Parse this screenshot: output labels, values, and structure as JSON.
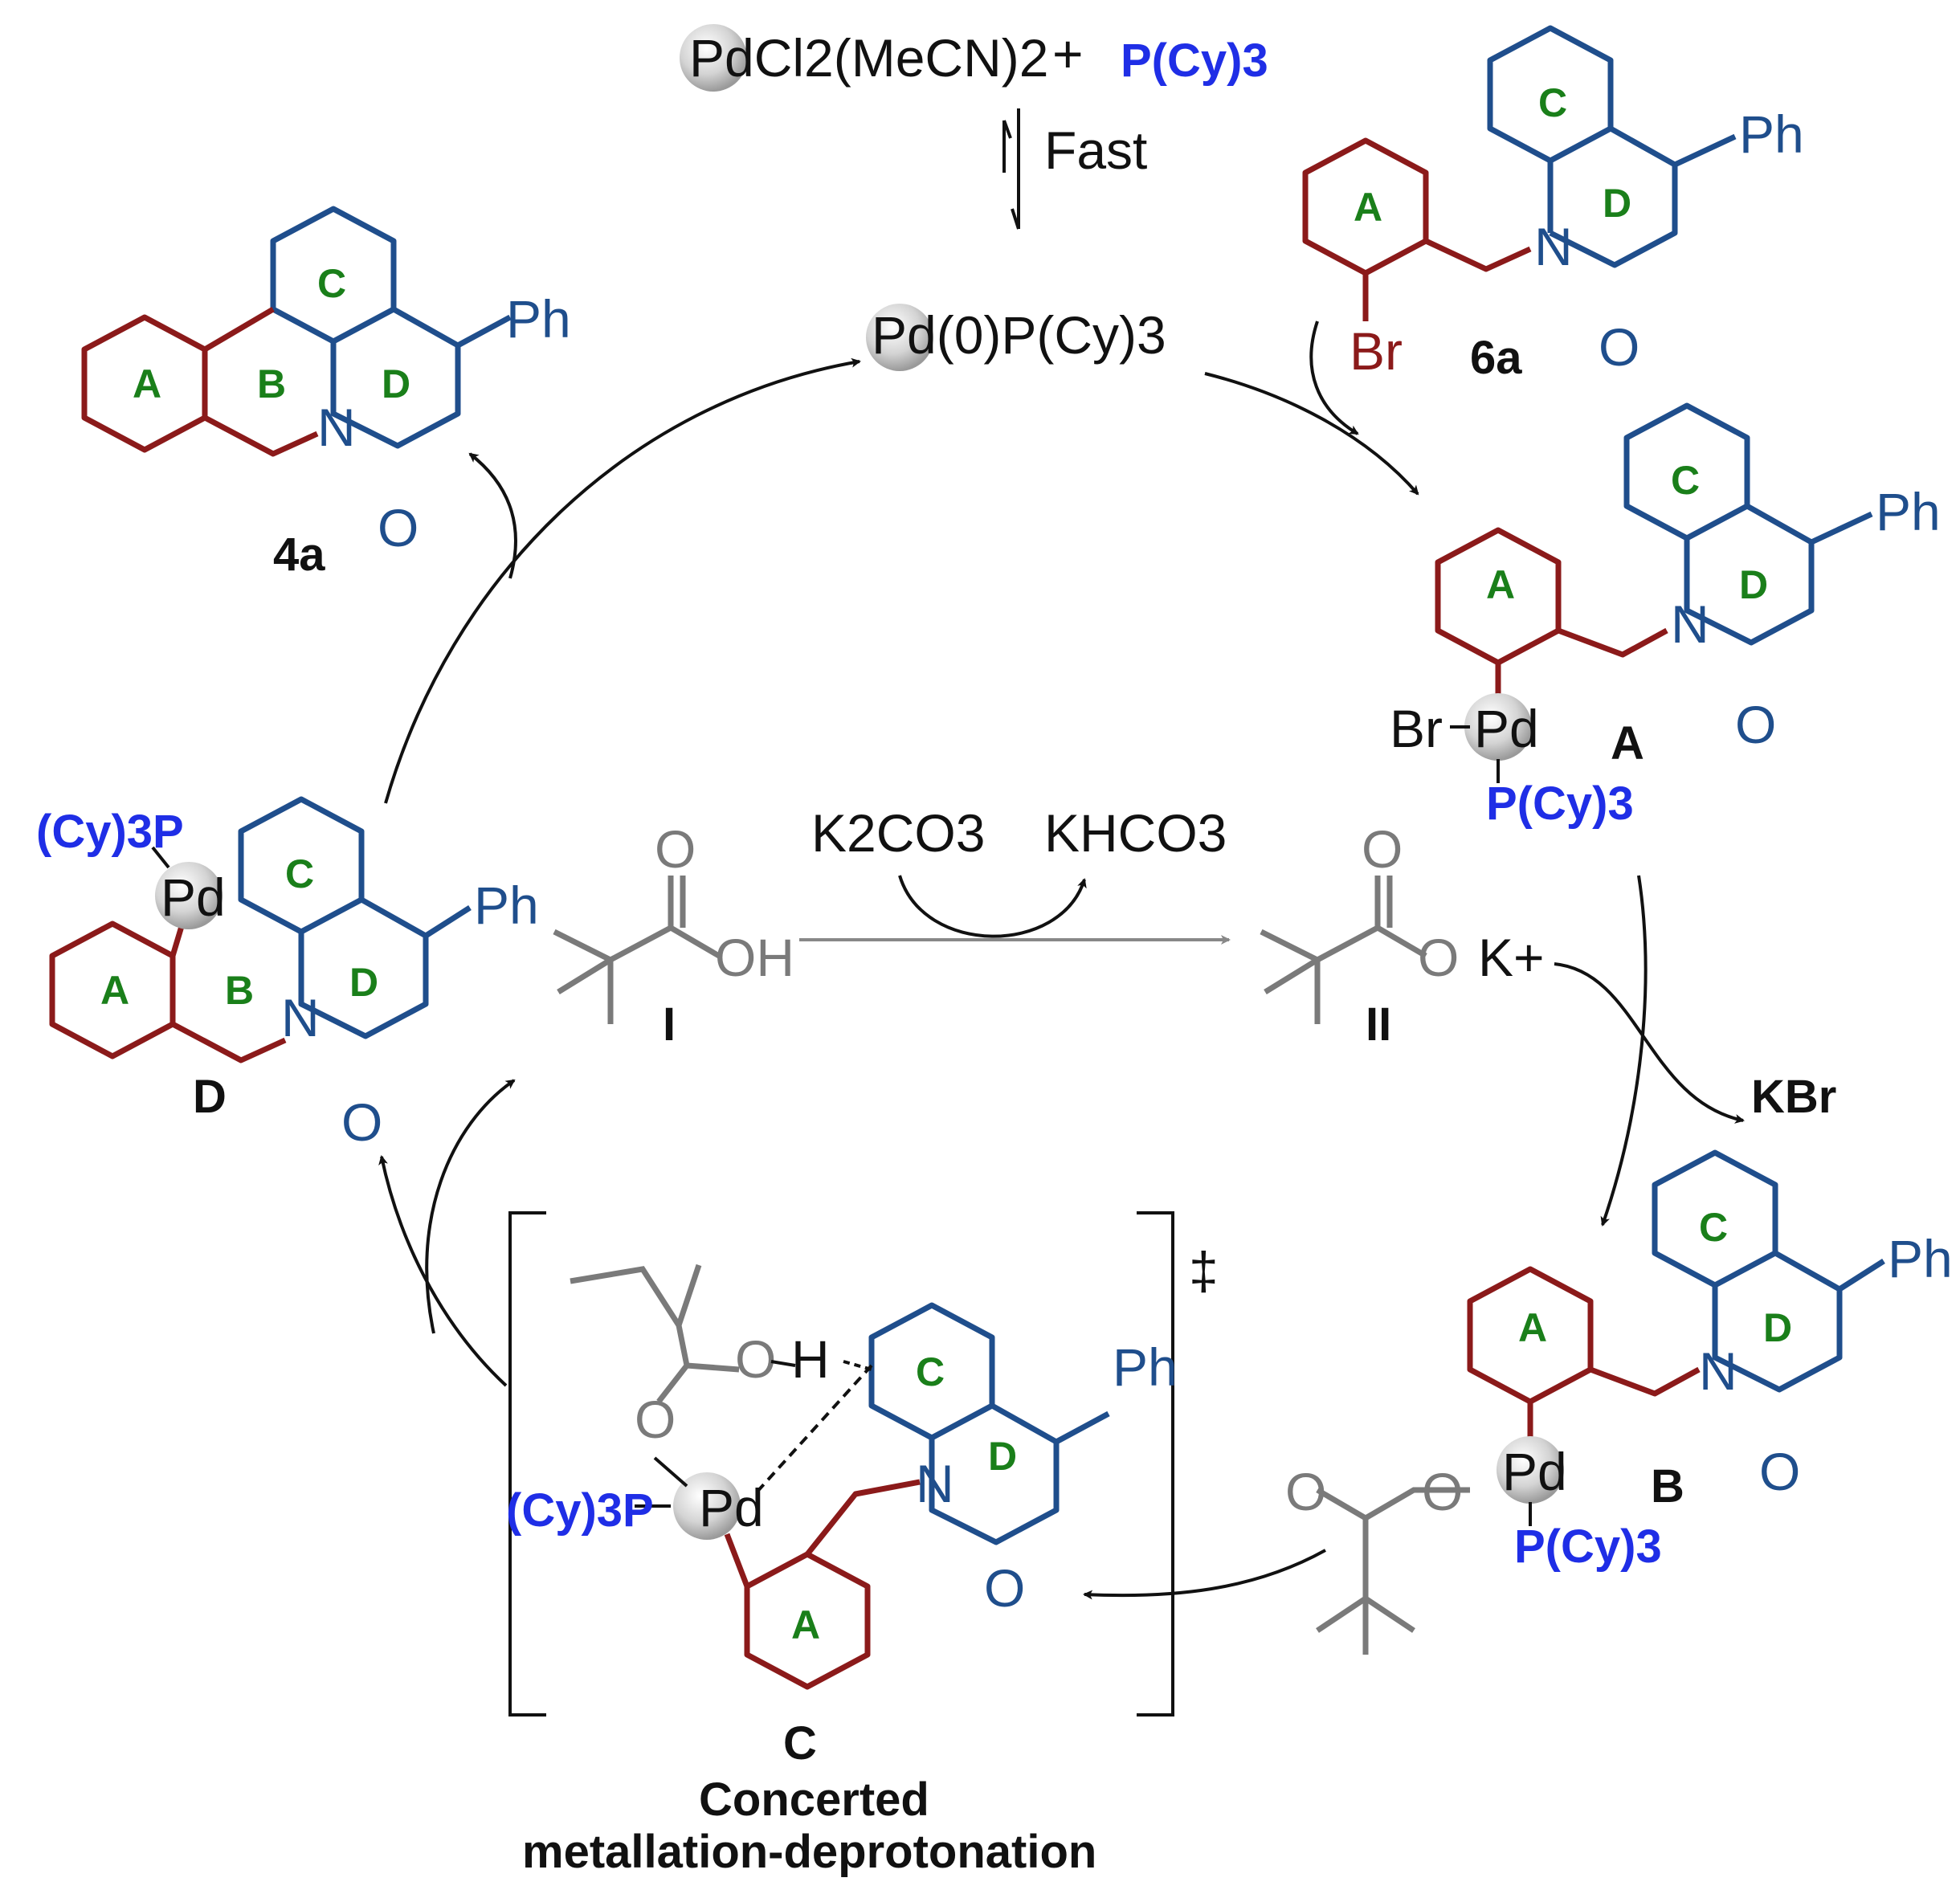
{
  "catalyst": {
    "precursor": "PdCl2(MeCN)2",
    "plus": "+",
    "ligand": "P(Cy)3",
    "eq_label": "Fast",
    "active": "Pd(0)P(Cy)3"
  },
  "labels": {
    "substrate": "6a",
    "product": "4a",
    "int_a": "A",
    "int_b": "B",
    "int_c": "C",
    "int_d": "D",
    "acid": "I",
    "salt": "II"
  },
  "reagents": {
    "base": "K2CO3",
    "base_product": "KHCO3",
    "byproduct": "KBr",
    "oh": "OH",
    "o": "O",
    "k": "K+",
    "h": "H",
    "br": "Br",
    "ph": "Ph",
    "n": "N",
    "pd": "Pd",
    "pcy3": "P(Cy)3",
    "cy3p": "(Cy)3P",
    "dagger": "‡"
  },
  "rings": {
    "a": "A",
    "b": "B",
    "c": "C",
    "d": "D"
  },
  "caption": {
    "line1": "Concerted",
    "line2": "metallation-deprotonation"
  },
  "colors": {
    "ring_a": "#8b1a1a",
    "ring_cd": "#1f4e8c",
    "ring_label": "#1a7f1a",
    "phosphine": "#1f2ee6",
    "pivalate": "#7a7a7a",
    "pd_sphere": "#c8c8c8"
  }
}
